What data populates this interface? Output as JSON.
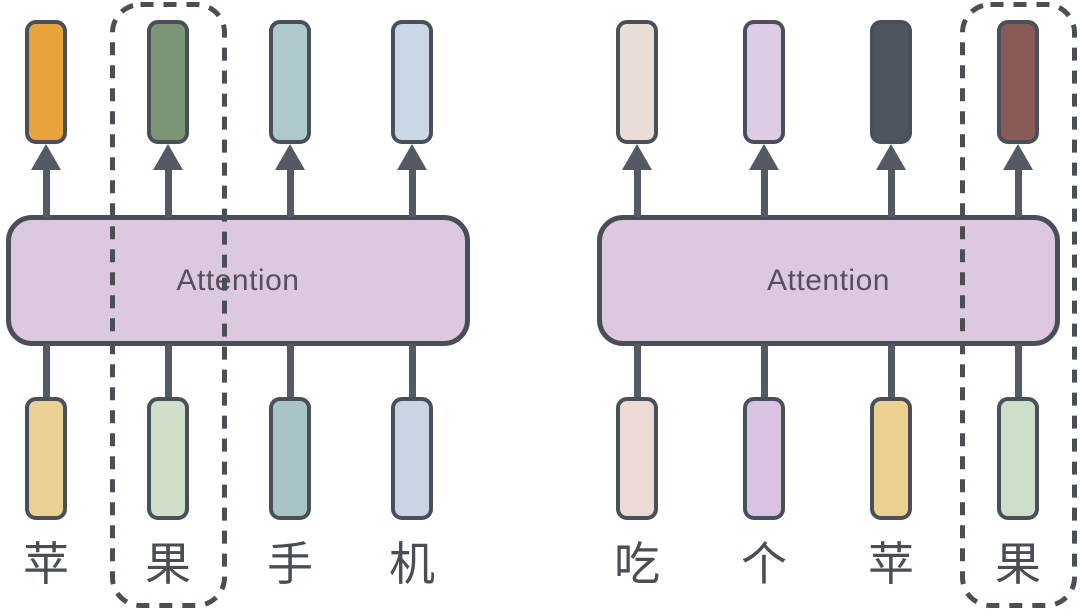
{
  "figure": {
    "description": "Two attention-block diagrams showing tokens mapped through an Attention layer; one token column is highlighted with a dashed outline in each diagram",
    "attention_label": "Attention",
    "colors": {
      "background": "#FFFFFF",
      "attention_box_fill": "#DCC9E0",
      "attention_box_border": "#4A4E57",
      "attention_text": "#564F60",
      "arrow_stroke": "#545A63",
      "bar_border": "#4A505A",
      "token_text": "#494E54",
      "highlight_dash": "#4A4F55"
    },
    "diagrams": [
      {
        "name": "left",
        "highlighted_token": "果",
        "highlight_index": 1,
        "columns": [
          {
            "token": "苹",
            "top_color": "#E8A33C",
            "bottom_color": "#EBD096"
          },
          {
            "token": "果",
            "top_color": "#7D9577",
            "bottom_color": "#CFDFCA"
          },
          {
            "token": "手",
            "top_color": "#ADC9CC",
            "bottom_color": "#A8C4C4"
          },
          {
            "token": "机",
            "top_color": "#CBD9E6",
            "bottom_color": "#C9D5E3"
          }
        ]
      },
      {
        "name": "right",
        "highlighted_token": "果",
        "highlight_index": 3,
        "columns": [
          {
            "token": "吃",
            "top_color": "#EADCD7",
            "bottom_color": "#EDDAD6"
          },
          {
            "token": "个",
            "top_color": "#DECCE4",
            "bottom_color": "#D8C3E2"
          },
          {
            "token": "苹",
            "top_color": "#4E555F",
            "bottom_color": "#ECD08F"
          },
          {
            "token": "果",
            "top_color": "#8A5A58",
            "bottom_color": "#CEDFC9"
          }
        ]
      }
    ]
  }
}
